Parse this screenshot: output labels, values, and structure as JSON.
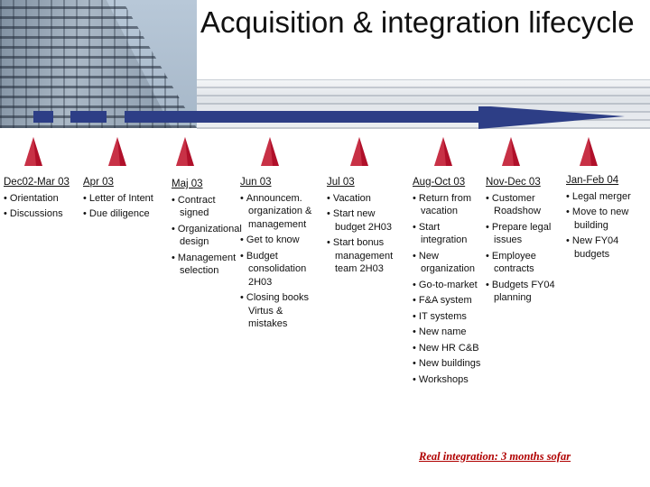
{
  "slide": {
    "title": "Acquisition & integration lifecycle",
    "accent_color": "#b0102a",
    "timeline_color": "#2d3e86",
    "footer_note": "Real integration: 3 months sofar"
  },
  "phases": [
    {
      "period": "Dec02-Mar 03",
      "items": [
        "Orientation",
        "Discussions"
      ]
    },
    {
      "period": "Apr 03",
      "items": [
        "Letter of Intent",
        "Due diligence"
      ]
    },
    {
      "period": "Maj 03",
      "items": [
        "Contract signed",
        "Organizational design",
        "Management selection"
      ]
    },
    {
      "period": "Jun 03",
      "items": [
        "Announcem. organization & management",
        "Get to know",
        "Budget consolidation 2H03",
        "Closing books Virtus & mistakes"
      ]
    },
    {
      "period": "Jul 03",
      "items": [
        "Vacation",
        "Start new budget 2H03",
        "Start bonus management team 2H03"
      ]
    },
    {
      "period": "Aug-Oct 03",
      "items": [
        "Return from vacation",
        "Start integration",
        "New organization",
        "Go-to-market",
        "F&A system",
        "IT systems",
        "New name",
        "New HR C&B",
        "New buildings",
        "Workshops"
      ]
    },
    {
      "period": "Nov-Dec 03",
      "items": [
        "Customer Roadshow",
        "Prepare legal issues",
        "Employee contracts",
        "Budgets FY04 planning"
      ]
    },
    {
      "period": "Jan-Feb 04",
      "items": [
        "Legal merger",
        "Move to new building",
        "New FY04 budgets"
      ]
    }
  ]
}
